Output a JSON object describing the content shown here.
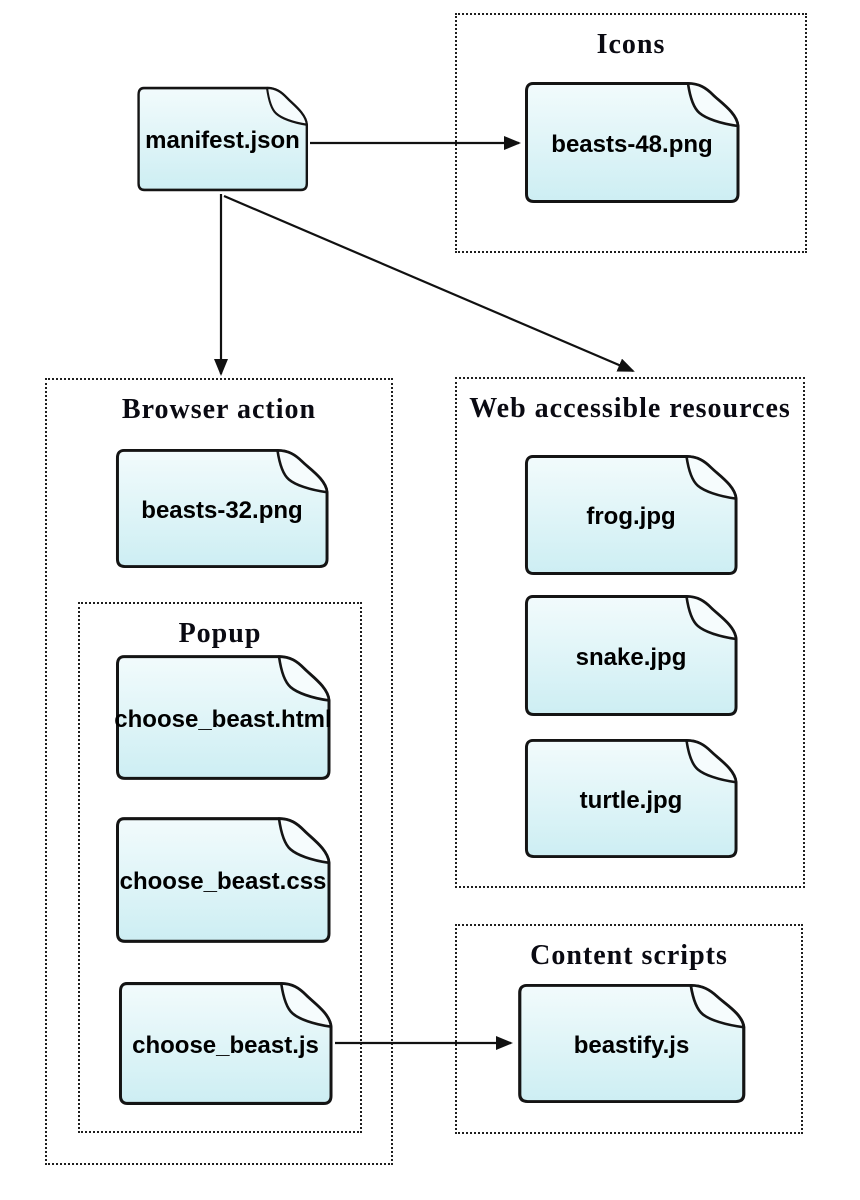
{
  "colors": {
    "file_fill_top": "#f2fbfc",
    "file_fill_bottom": "#cdeef3",
    "file_flap": "#f6fcfd",
    "file_border": "#141414",
    "group_border": "#1f1f1f",
    "title_text": "#0a0a12",
    "label_text": "#000000",
    "arrow": "#111111",
    "canvas_bg": "#ffffff"
  },
  "groups": {
    "icons": {
      "title": "Icons"
    },
    "browser_action": {
      "title": "Browser action"
    },
    "popup": {
      "title": "Popup"
    },
    "web_accessible": {
      "title": "Web accessible resources"
    },
    "content_scripts": {
      "title": "Content scripts"
    }
  },
  "nodes": {
    "manifest": {
      "label": "manifest.json"
    },
    "beasts48": {
      "label": "beasts-48.png"
    },
    "beasts32": {
      "label": "beasts-32.png"
    },
    "choose_html": {
      "label": "choose_beast.html"
    },
    "choose_css": {
      "label": "choose_beast.css"
    },
    "choose_js": {
      "label": "choose_beast.js"
    },
    "frog": {
      "label": "frog.jpg"
    },
    "snake": {
      "label": "snake.jpg"
    },
    "turtle": {
      "label": "turtle.jpg"
    },
    "beastify": {
      "label": "beastify.js"
    }
  },
  "edges": [
    {
      "from": "manifest.json",
      "to": "beasts-48.png"
    },
    {
      "from": "manifest.json",
      "to": "Browser action group"
    },
    {
      "from": "manifest.json",
      "to": "Web accessible resources group"
    },
    {
      "from": "choose_beast.js",
      "to": "beastify.js"
    }
  ]
}
